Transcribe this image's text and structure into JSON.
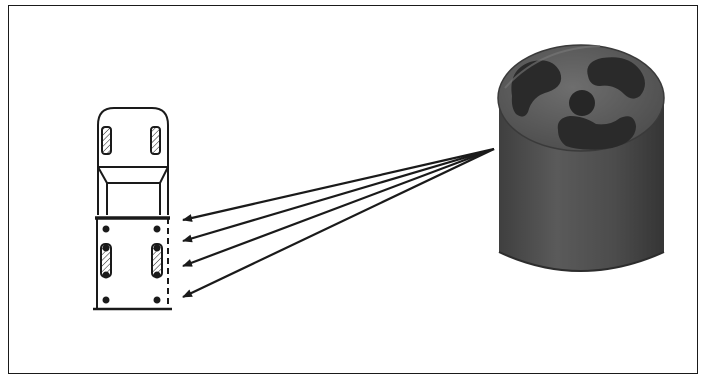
{
  "figure": {
    "vehicle": {
      "view": "top",
      "spacer_marked_positions": 4
    },
    "part": {
      "name": "spacer-block",
      "holes": 4
    },
    "colors": {
      "frame": "#1a1a1a",
      "line": "#1a1a1a",
      "part_body": "#4f4f4f",
      "part_top": "#5e5e5e",
      "part_hole": "#2a2a2a"
    }
  }
}
